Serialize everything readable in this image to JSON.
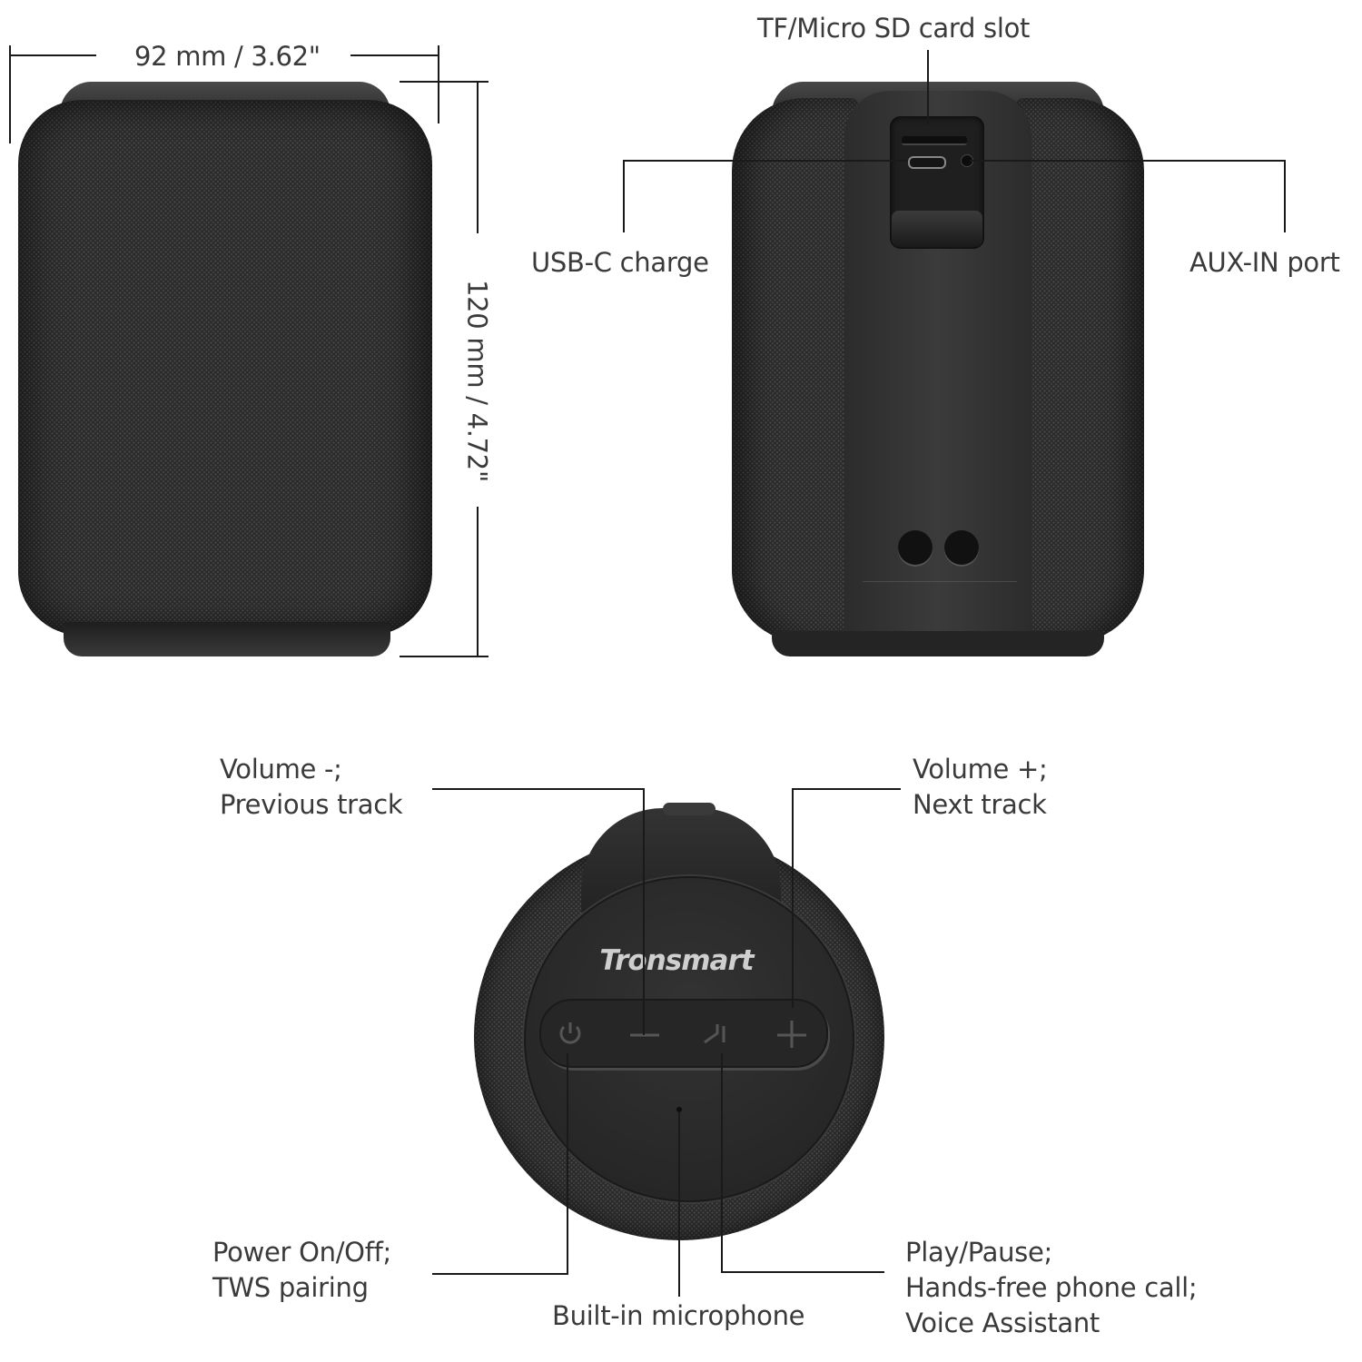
{
  "dimensions": {
    "width_label": "92 mm / 3.62\"",
    "height_label": "120 mm / 4.72\""
  },
  "back_view": {
    "callouts": {
      "sd_slot": "TF/Micro SD card slot",
      "usb_c": "USB-C charge",
      "aux_in": "AUX-IN port"
    }
  },
  "top_view": {
    "brand": "Tronsmart",
    "buttons": [
      {
        "id": "power",
        "icon": "power-icon"
      },
      {
        "id": "volume-down",
        "icon": "minus-icon"
      },
      {
        "id": "play-pause",
        "icon": "play-pause-icon"
      },
      {
        "id": "volume-up",
        "icon": "plus-icon"
      }
    ],
    "callouts": {
      "volume_down": {
        "line1": "Volume -;",
        "line2": "Previous track"
      },
      "volume_up": {
        "line1": "Volume +;",
        "line2": "Next track"
      },
      "power": {
        "line1": "Power On/Off;",
        "line2": "TWS pairing"
      },
      "microphone": "Built-in microphone",
      "play_pause": {
        "line1": "Play/Pause;",
        "line2": "Hands-free phone call;",
        "line3": "Voice Assistant"
      }
    }
  },
  "colors": {
    "product_body": "#2b2b2b",
    "line": "#1a1a1a",
    "text": "#3a3a3a"
  }
}
